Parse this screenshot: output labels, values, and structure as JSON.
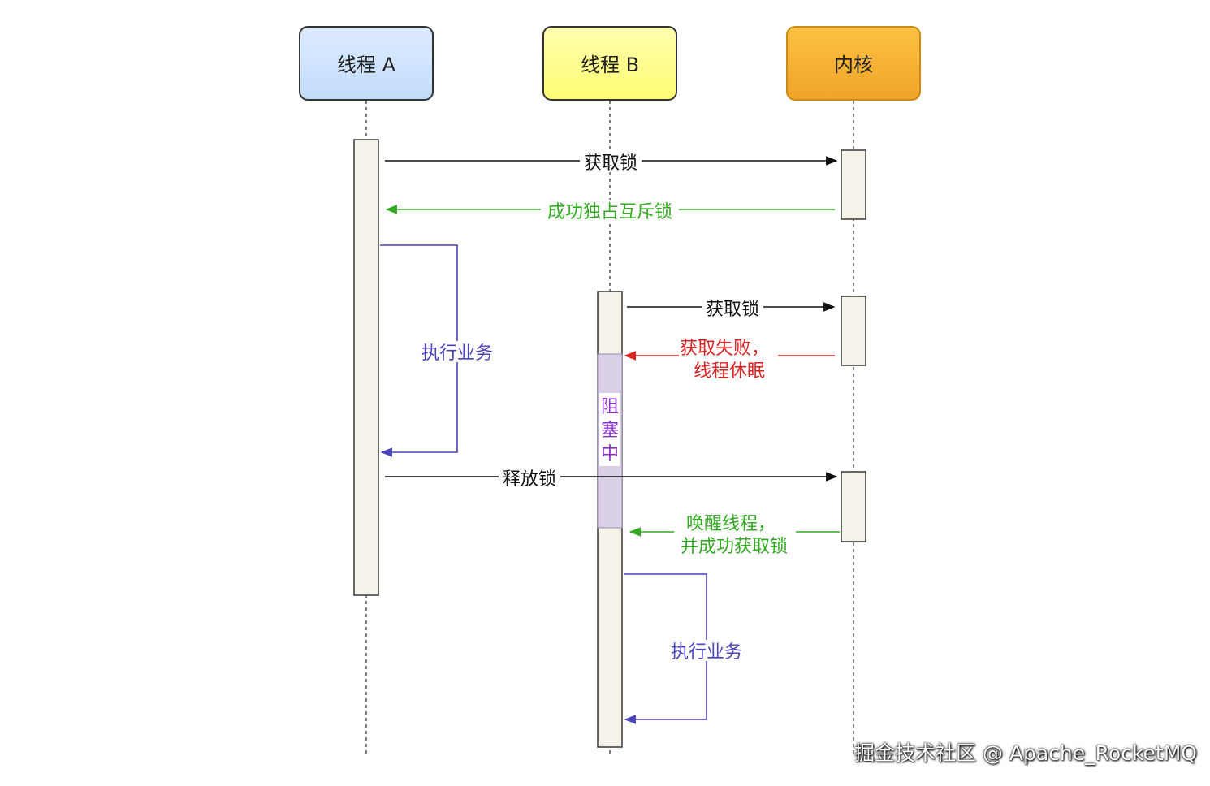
{
  "participants": [
    {
      "label": "线程 A",
      "fill": "#cfe5ff"
    },
    {
      "label": "线程 B",
      "fill": "#ffff8f"
    },
    {
      "label": "内核",
      "fill": "#f5ac2e"
    }
  ],
  "messages": {
    "a_acquire": "获取锁",
    "kernel_grant_a": "成功独占互斥锁",
    "a_execute": "执行业务",
    "b_acquire": "获取锁",
    "kernel_fail_b_line1": "获取失败，",
    "kernel_fail_b_line2": "线程休眠",
    "blocked_char1": "阻",
    "blocked_char2": "塞",
    "blocked_char3": "中",
    "a_release": "释放锁",
    "kernel_wake_b_line1": "唤醒线程，",
    "kernel_wake_b_line2": "并成功获取锁",
    "b_execute": "执行业务"
  },
  "colors": {
    "black_arrow": "#111111",
    "green_arrow": "#33aa22",
    "red_arrow": "#dd2222",
    "blue_arrow": "#4a44bb",
    "purple_text": "#8a2fc7",
    "activation_fill": "#f5f2ea",
    "blocked_fill": "#d9cfe6"
  },
  "watermark": "掘金技术社区 @ Apache_RocketMQ"
}
